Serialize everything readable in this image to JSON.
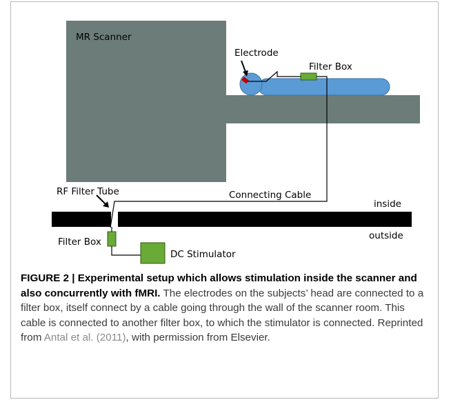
{
  "diagram": {
    "labels": {
      "mr_scanner": "MR Scanner",
      "electrode": "Electrode",
      "filter_box_top": "Filter Box",
      "connecting_cable": "Connecting Cable",
      "rf_filter_tube": "RF Filter Tube",
      "inside": "inside",
      "outside": "outside",
      "filter_box_bottom": "Filter Box",
      "dc_stimulator": "DC Stimulator"
    },
    "colors": {
      "scanner": "#6c7d79",
      "body": "#5b9bd5",
      "electrode": "#c00000",
      "filter_box": "#6aaa36",
      "wall": "#000000"
    }
  },
  "caption": {
    "title": "FIGURE 2 | Experimental setup which allows stimulation inside the scanner and also concurrently with fMRI.",
    "body_1": " The electrodes on the subjects’ head are connected to a filter box, itself connect by a cable going through the wall of the scanner room. This cable is connected to another filter box, to which the stimulator is connected. Reprinted from ",
    "reference": "Antal et al. (2011)",
    "body_2": ", with permission from Elsevier."
  }
}
